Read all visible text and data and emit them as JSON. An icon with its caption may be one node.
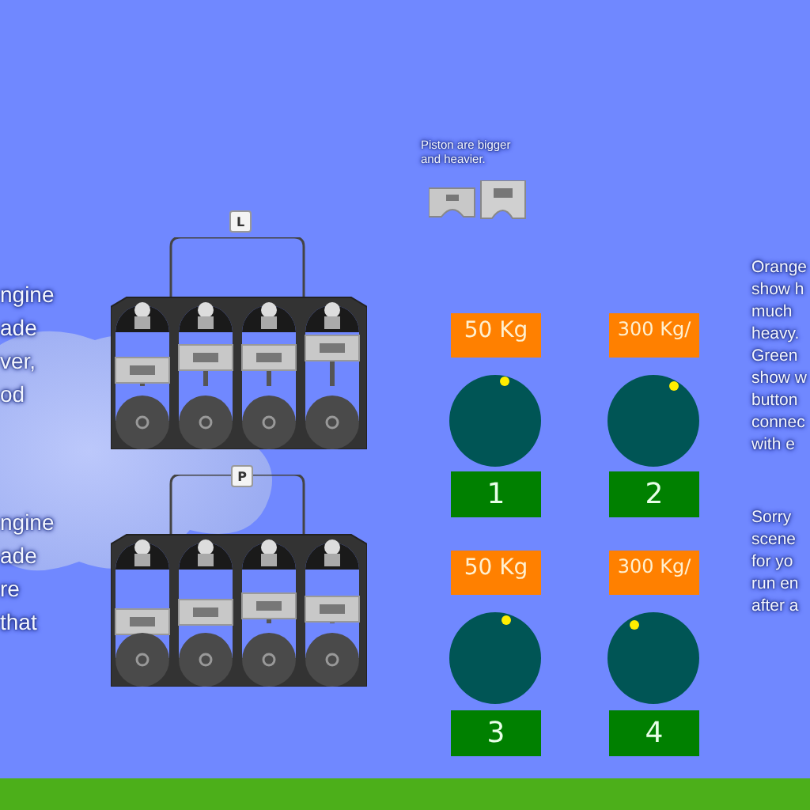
{
  "diagram": {
    "nodes": [
      {
        "text": [
          "50 Kg"
        ]
      },
      {
        "text": [
          "300 Kg/"
        ]
      },
      {
        "text": [],
        "shape": "circle"
      },
      {
        "text": [],
        "shape": "circle"
      },
      {
        "text": [
          "1"
        ]
      },
      {
        "text": [
          "2"
        ]
      },
      {
        "text": [
          "50 Kg"
        ]
      },
      {
        "text": [
          "300 Kg/"
        ]
      },
      {
        "text": [],
        "shape": "circle"
      },
      {
        "text": [],
        "shape": "circle"
      },
      {
        "text": [
          "3"
        ]
      },
      {
        "text": [
          "4"
        ]
      }
    ],
    "edges": [],
    "labels": [
      "Piston are bigger and heavier.",
      "L",
      "P",
      "ngine ade ver, od",
      "ngine ade re that",
      "Orange show h much heavy. Green show w button connec with e",
      "Sorry scene for yo run en after a"
    ]
  }
}
